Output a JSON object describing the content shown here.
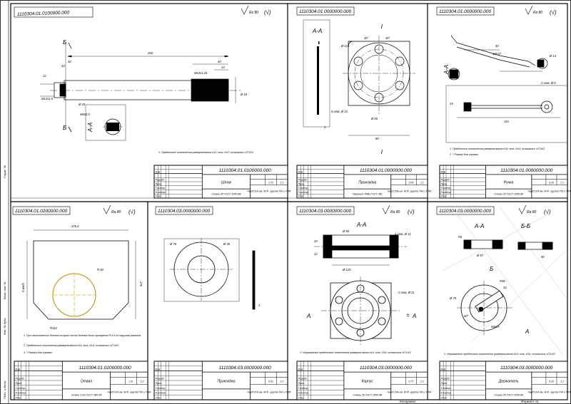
{
  "panels": [
    {
      "code_top": "1110304.01.0100000.000",
      "roughness": "Rz 80",
      "code_block": "1110304.01.0100000.000",
      "name": "Шток",
      "material": "Сталь 45 ГОСТ 1050-88",
      "mass": "1.72",
      "scale": "1:1",
      "note": "1. Предельные отклонения размеров:валов-h12; отв.-H12; остальных ±IT12/2",
      "section": "А-А",
      "dims": [
        "265",
        "40",
        "12",
        "40",
        "M12x1.25",
        "14",
        "34",
        "М12x1.5",
        "Ø 18",
        "Ø 20",
        "М6x0.5"
      ]
    },
    {
      "code_top": "1110304.01.0000000.000",
      "roughness": "",
      "code_block": "1110304.01.0000000.000",
      "name": "Прокладка",
      "material": "Паронит ПМБ ГОСТ 481",
      "mass": "0.05",
      "scale": "1:1",
      "note": "",
      "section": "А-А",
      "dims": [
        "Ø 116",
        "30°",
        "30°",
        "6 отв. Ø 10",
        "Ø 60",
        "80",
        "1"
      ]
    },
    {
      "code_top": "1110304.01.0000000.000",
      "roughness": "Rz 80",
      "code_block": "1110304.01.0000000.000",
      "name": "Ручка",
      "material": "Сталь 20 ГОСТ 1050-88",
      "mass": "0.16",
      "scale": "1:1",
      "note": "1. Предельные отклонения размеров:валов-h14; отв.-H14; остальных ±IT14/2",
      "note2": "2. * Размер для справок",
      "section": "А-А",
      "dims": [
        "40",
        "120,5*",
        "Ø 14",
        "2 отв. Ø 8",
        "15",
        "115"
      ]
    },
    {
      "code_top": "1110304.01.0200000.000",
      "roughness": "Ra 80",
      "code_block": "1110304.01.0200000.000",
      "name": "Отвал",
      "material": "Сталь Ст3 ГОСТ 380-94",
      "mass": "2.8",
      "scale": "1:2",
      "note": "1. При изготовлении болтов на краю листа болтов были приварены R-6,5 не нарушая равнины",
      "note2": "2. Предельные отклонения размеров:валов-h14; отв.-H14; остальных ±IT14/2",
      "note3": "3. * Размер для справок",
      "section": "",
      "dims": [
        "376,4",
        "R110",
        "R 50",
        "176",
        "5 мм/5"
      ]
    },
    {
      "code_top": "1110304.03.0000000.000",
      "roughness": "",
      "code_block": "1110304.03.0000000.000",
      "name": "Прокладка",
      "material": "",
      "mass": "0.01",
      "scale": "1:1",
      "note": "",
      "section": "",
      "dims": [
        "Ø 70",
        "Ø 35",
        "1"
      ]
    },
    {
      "code_top": "1110304.03.0000000.000",
      "roughness": "Ra 80",
      "code_block": "1110304.03.0000000.000",
      "name": "Корпус",
      "material": "Сталь 35 ГОСТ 1050-88",
      "mass": "0.77",
      "scale": "1:1",
      "note": "1. Неуказанные предельные отклонения размеров:валов-h14; отв.-H14; остальных ±IT14/2",
      "section": "А-А",
      "dims": [
        "Ø 80",
        "Ø 120",
        "4 отв. Ø 11",
        "2 отв. Ø 11",
        "20",
        "12",
        "40"
      ]
    },
    {
      "code_top": "1110304.03.0000000.000",
      "roughness": "Ra 80",
      "code_block": "1110304.03.0000000.000",
      "name": "Держатель",
      "material": "Сталь 35 ГОСТ 1050-88",
      "mass": "0.25",
      "scale": "1:1",
      "note": "1. Неуказанные предельные отклонения размеров:валов-h14; отв.-H14; остальных ±IT14/2",
      "section": "А-А",
      "section2": "Б-Б",
      "dims": [
        "Ø 57",
        "R6",
        "42",
        "56",
        "Ø 75",
        "R46",
        "60°",
        "5мм/5"
      ]
    }
  ],
  "tb_labels": {
    "izm": "Изм",
    "list": "Лист",
    "doc": "№ докум.",
    "podp": "Подп.",
    "data": "Дата",
    "razrab": "Разраб.",
    "prov": "Пров.",
    "tkontr": "Т.контр.",
    "nkontr": "Н.контр.",
    "utv": "Утв.",
    "lit": "Лит.",
    "massa": "Масса",
    "masshtab": "Масштаб",
    "listov": "Листов",
    "sheet_no": "1",
    "org": "ЧарГСХА им. М.Ф. группа ТМ и ТРМ"
  },
  "bottom_strip": {
    "left": "Копировал",
    "right": "Формат А1"
  }
}
